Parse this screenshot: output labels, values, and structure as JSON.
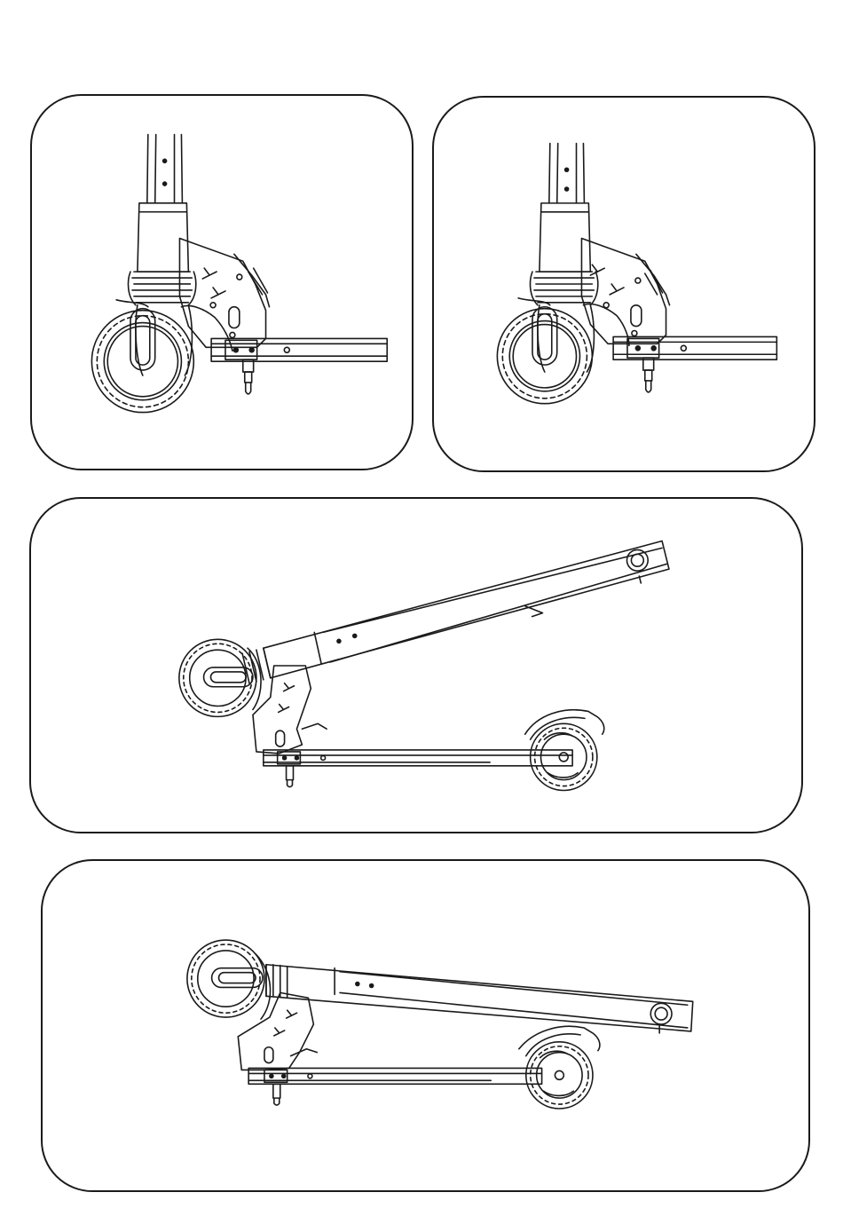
{
  "figure": {
    "panels": [
      {
        "id": "p1",
        "content": "fold-latch-closeup"
      },
      {
        "id": "p2",
        "content": "fold-latch-closeup"
      },
      {
        "id": "p3",
        "content": "scooter-folding"
      },
      {
        "id": "p4",
        "content": "scooter-folded"
      }
    ],
    "colors": {
      "line": "#1a1a1a",
      "background": "#ffffff"
    }
  }
}
